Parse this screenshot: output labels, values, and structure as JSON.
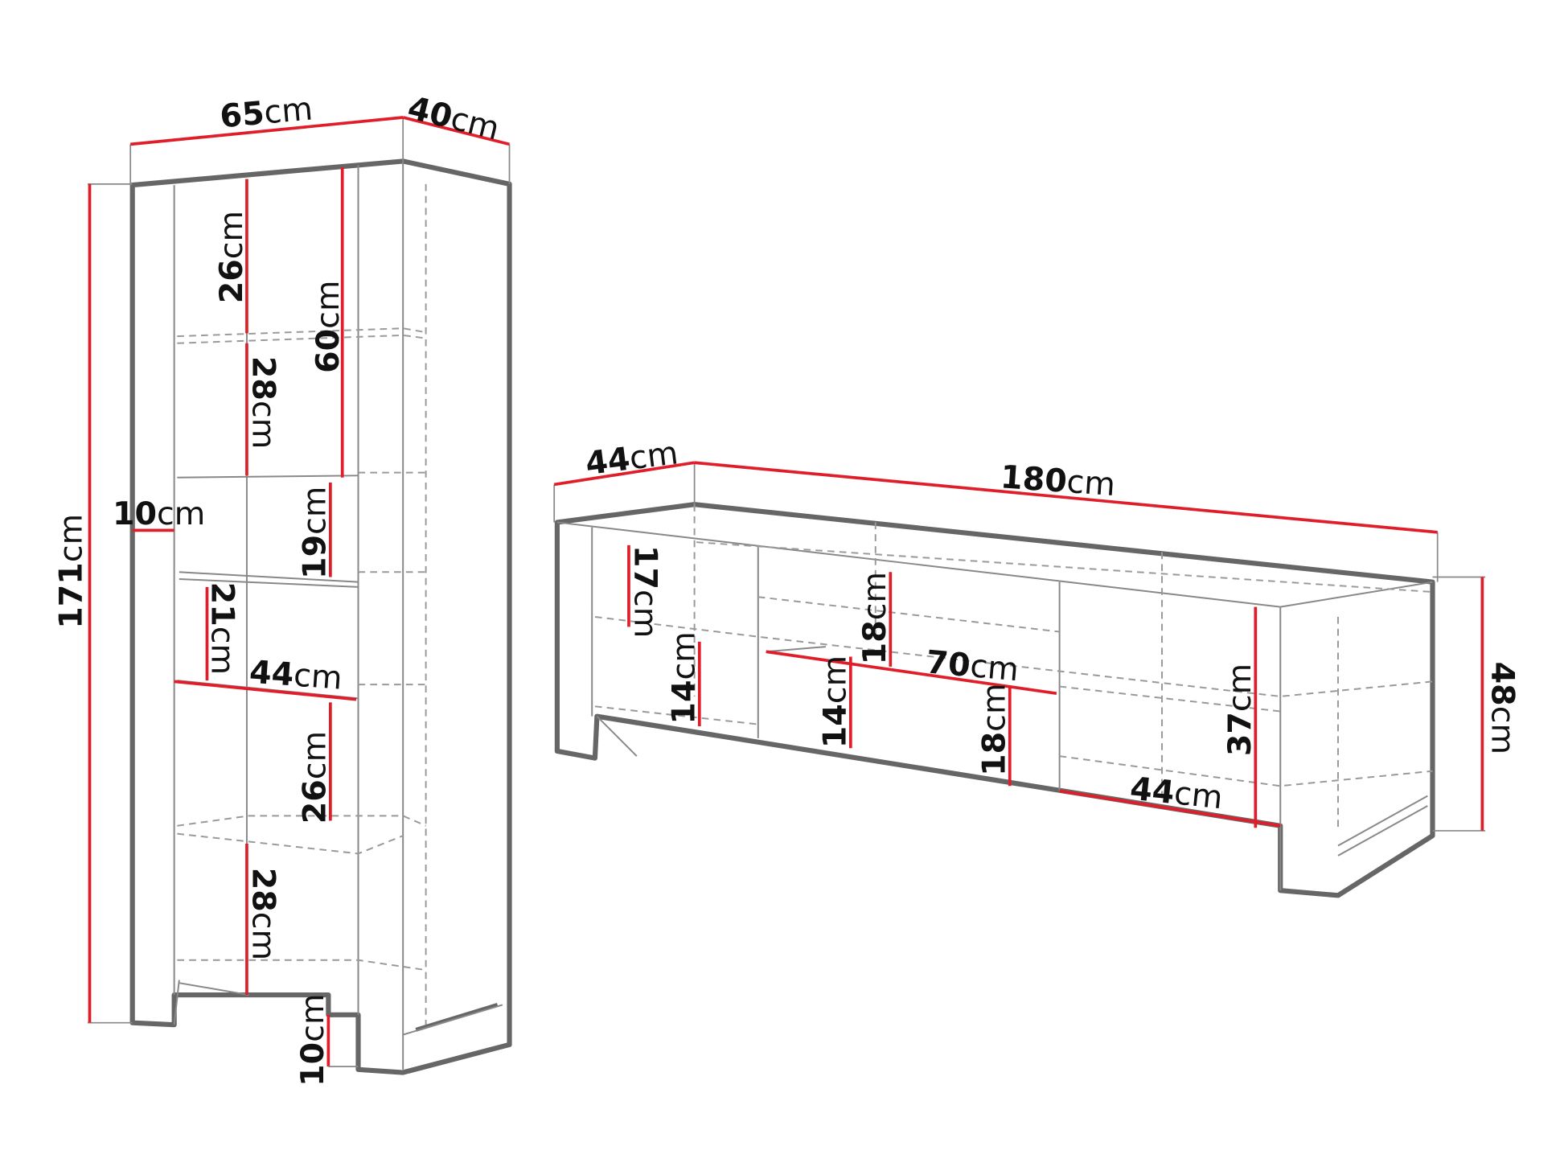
{
  "colors": {
    "dimension_line": "#e01e2a",
    "outline": "#666666",
    "background": "#ffffff"
  },
  "bookcase": {
    "width": {
      "num": "65",
      "unit": "cm"
    },
    "depth": {
      "num": "40",
      "unit": "cm"
    },
    "height": {
      "num": "171",
      "unit": "cm"
    },
    "side_panel": {
      "num": "10",
      "unit": "cm"
    },
    "top_compartment": {
      "num": "26",
      "unit": "cm"
    },
    "glass_section": {
      "num": "60",
      "unit": "cm"
    },
    "second_compartment": {
      "num": "28",
      "unit": "cm"
    },
    "open_niche": {
      "num": "19",
      "unit": "cm"
    },
    "fourth_compartment": {
      "num": "21",
      "unit": "cm"
    },
    "inner_width": {
      "num": "44",
      "unit": "cm"
    },
    "lower_compartment": {
      "num": "26",
      "unit": "cm"
    },
    "bottom_compartment": {
      "num": "28",
      "unit": "cm"
    },
    "leg_height": {
      "num": "10",
      "unit": "cm"
    }
  },
  "tv_stand": {
    "depth": {
      "num": "44",
      "unit": "cm"
    },
    "width": {
      "num": "180",
      "unit": "cm"
    },
    "height": {
      "num": "48",
      "unit": "cm"
    },
    "left_top": {
      "num": "17",
      "unit": "cm"
    },
    "left_bottom": {
      "num": "14",
      "unit": "cm"
    },
    "drawer_top": {
      "num": "18",
      "unit": "cm"
    },
    "drawer_width": {
      "num": "70",
      "unit": "cm"
    },
    "center_low": {
      "num": "14",
      "unit": "cm"
    },
    "center_drawer": {
      "num": "18",
      "unit": "cm"
    },
    "right_compartment": {
      "num": "37",
      "unit": "cm"
    },
    "right_width": {
      "num": "44",
      "unit": "cm"
    }
  }
}
